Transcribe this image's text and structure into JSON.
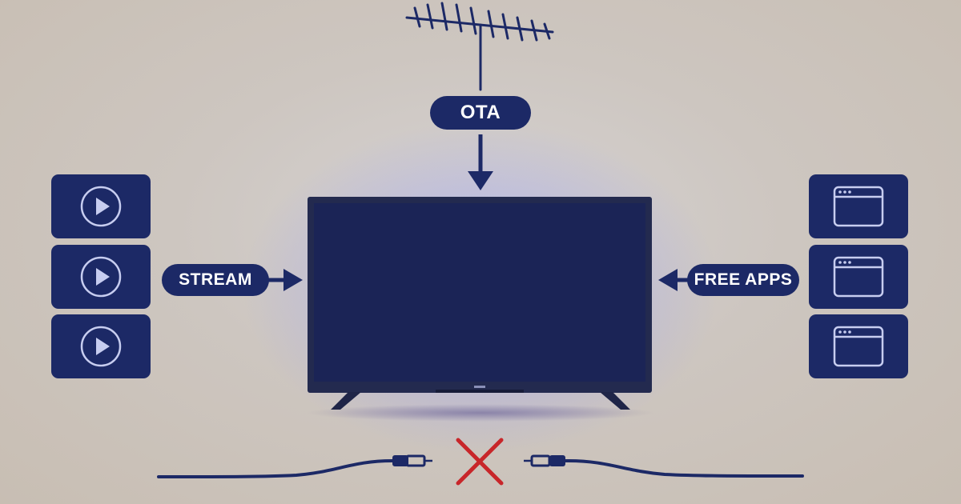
{
  "labels": {
    "ota": "OTA",
    "stream": "STREAM",
    "free_apps": "FREE APPS"
  },
  "left_tiles": [
    {
      "icon": "play-icon"
    },
    {
      "icon": "play-icon"
    },
    {
      "icon": "play-icon"
    }
  ],
  "right_tiles": [
    {
      "icon": "app-window-icon"
    },
    {
      "icon": "app-window-icon"
    },
    {
      "icon": "app-window-icon"
    }
  ],
  "colors": {
    "navy": "#1c2966",
    "tv_screen": "#1b2456",
    "cross": "#c8262a",
    "background": "#cdc6c0"
  }
}
